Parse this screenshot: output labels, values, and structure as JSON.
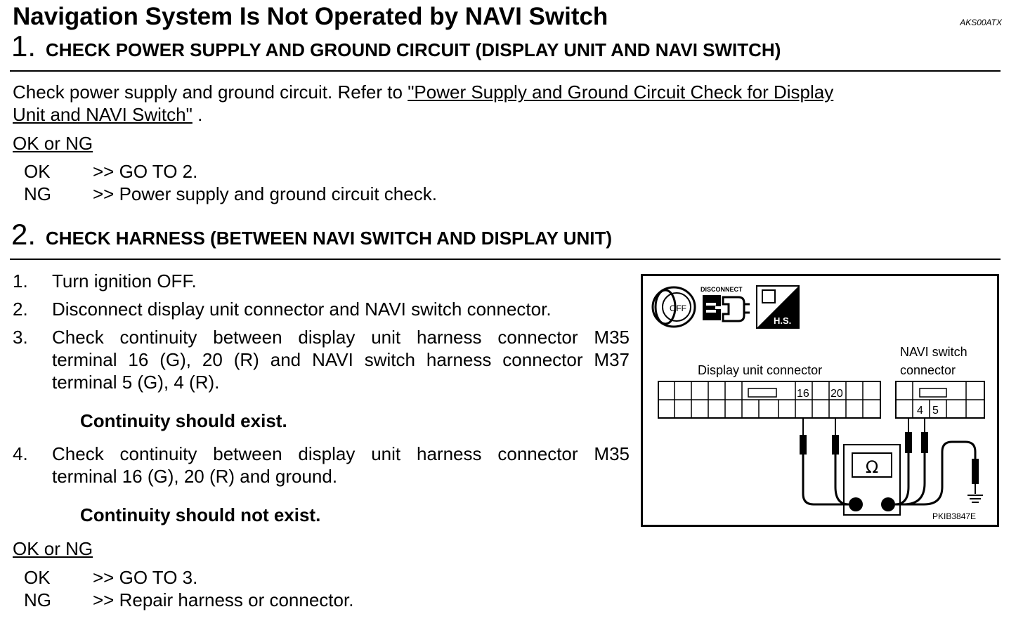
{
  "header": {
    "title": "Navigation System Is Not Operated by NAVI Switch",
    "doc_id": "AKS00ATX"
  },
  "step1": {
    "number": "1.",
    "heading": "CHECK POWER SUPPLY AND GROUND CIRCUIT (DISPLAY UNIT AND NAVI SWITCH)",
    "body_prefix": "Check power supply and ground circuit. Refer to ",
    "link_line1": "\"Power Supply and Ground Circuit Check for Display",
    "link_line2": "Unit and NAVI Switch\"",
    "body_suffix": " .",
    "ok_ng": "OK or NG",
    "ok_key": "OK",
    "ok_val": ">> GO TO 2.",
    "ng_key": "NG",
    "ng_val": ">> Power supply and ground circuit check."
  },
  "step2": {
    "number": "2.",
    "heading": "CHECK HARNESS (BETWEEN NAVI SWITCH AND DISPLAY UNIT)",
    "items": [
      {
        "num": "1.",
        "line1": "Turn ignition OFF."
      },
      {
        "num": "2.",
        "line1": "Disconnect display unit connector and NAVI switch connector."
      },
      {
        "num": "3.",
        "line1": "Check continuity between display unit harness connector M35",
        "line2": "terminal 16 (G), 20 (R) and NAVI switch harness connector M37",
        "line3": "terminal 5 (G), 4 (R)."
      },
      {
        "num": "4.",
        "line1": "Check continuity between display unit harness connector M35",
        "line2": "terminal 16 (G), 20 (R) and ground."
      }
    ],
    "spec1": "Continuity should exist.",
    "spec2": "Continuity should not exist.",
    "ok_ng": "OK or NG",
    "ok_key": "OK",
    "ok_val": ">> GO TO 3.",
    "ng_key": "NG",
    "ng_val": ">> Repair harness or connector."
  },
  "figure": {
    "disconnect_label": "DISCONNECT",
    "off_label": "OFF",
    "hs_label": "H.S.",
    "display_connector_label": "Display unit connector",
    "navi_connector_label1": "NAVI switch",
    "navi_connector_label2": "connector",
    "display_terminal_a": "16",
    "display_terminal_b": "20",
    "navi_terminal_a": "4",
    "navi_terminal_b": "5",
    "meter_symbol": "Ω",
    "figure_id": "PKIB3847E"
  }
}
